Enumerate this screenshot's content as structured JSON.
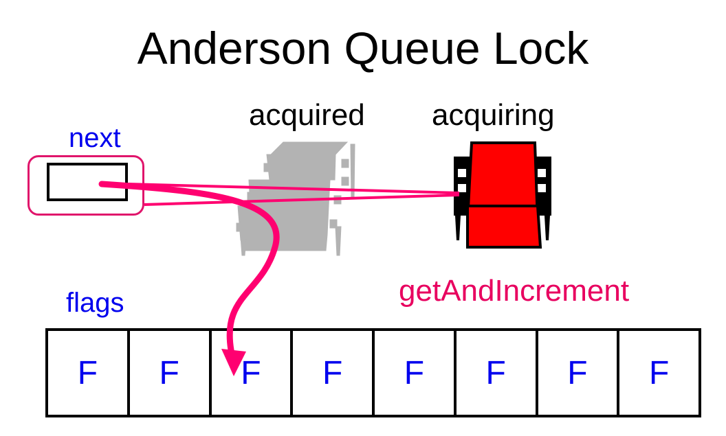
{
  "title": "Anderson Queue Lock",
  "labels": {
    "next": "next",
    "flags": "flags",
    "acquired": "acquired",
    "acquiring": "acquiring",
    "operation": "getAndIncrement"
  },
  "flags": [
    "F",
    "F",
    "F",
    "F",
    "F",
    "F",
    "F",
    "F"
  ],
  "colors": {
    "text": "#000000",
    "variable": "#0000ee",
    "pointer": "#ff0070",
    "operation": "#e8005f",
    "acquired_thread": "#b3b3b3",
    "acquiring_thread": "#ff0000"
  },
  "icons": {
    "acquired": "thread-chip-icon",
    "acquiring": "thread-chip-icon"
  }
}
